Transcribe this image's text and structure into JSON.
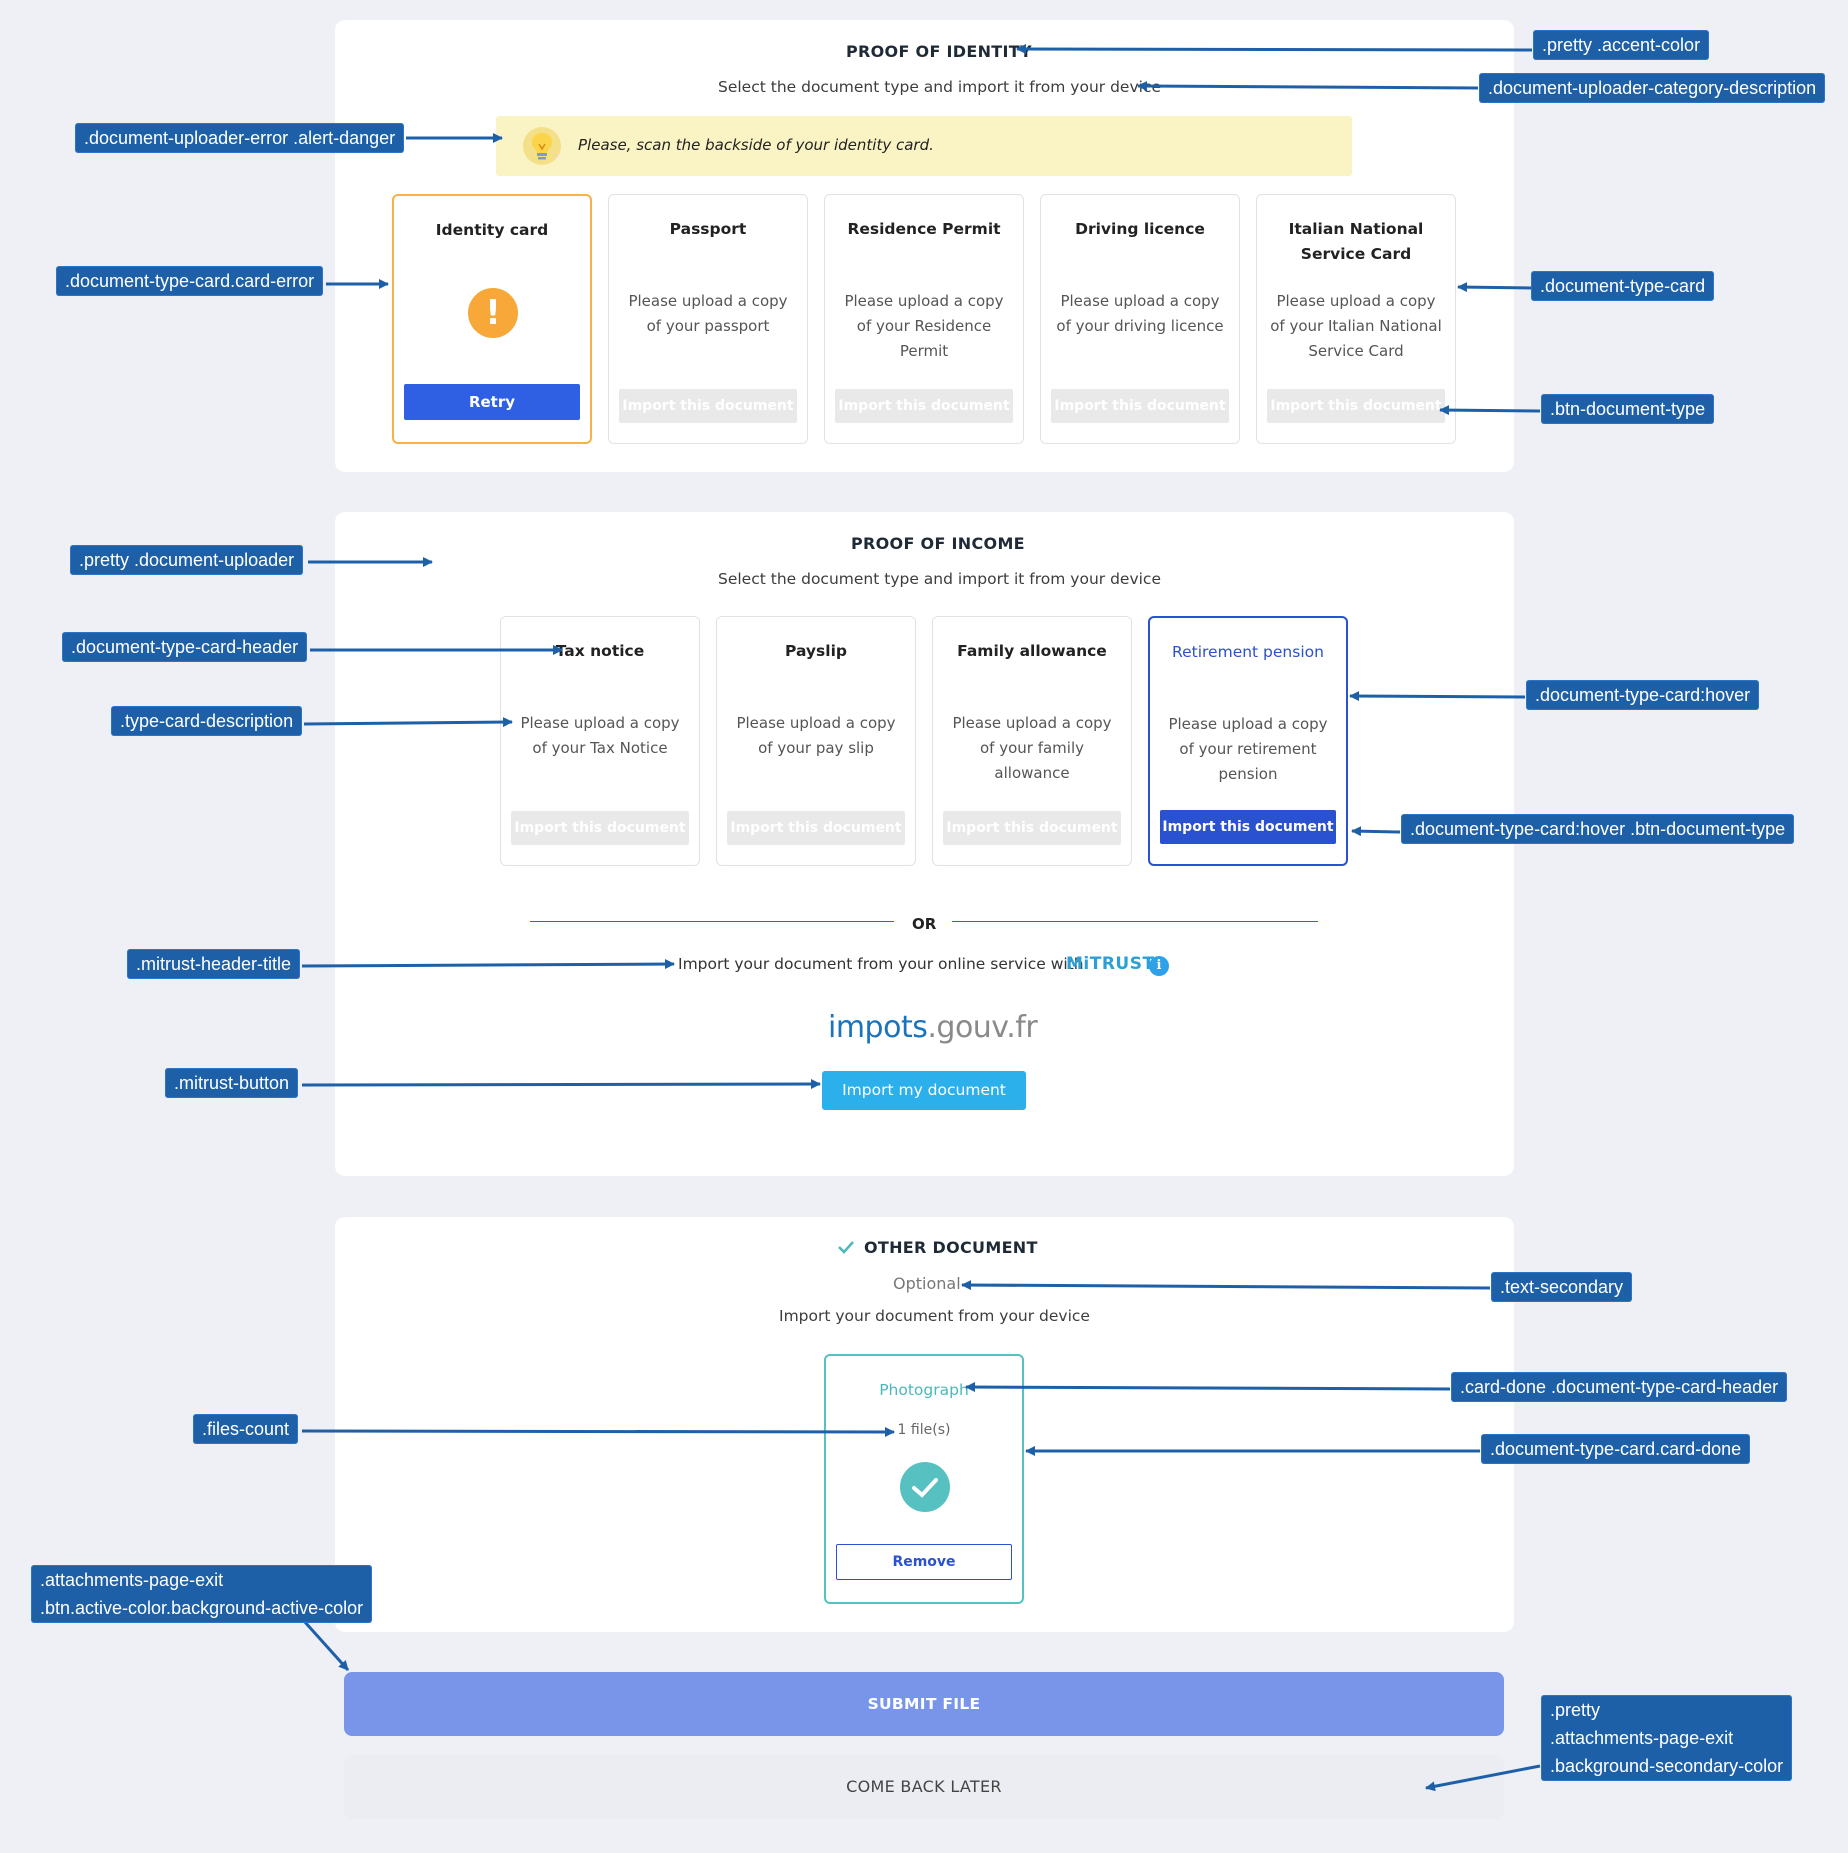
{
  "identity": {
    "title": "PROOF OF IDENTITY",
    "description": "Select the document type and import it from your device",
    "alert": "Please, scan the backside of your identity card.",
    "cards": [
      {
        "header": "Identity card",
        "button": "Retry"
      },
      {
        "header": "Passport",
        "description": "Please upload a copy of your passport",
        "button": "Import this document"
      },
      {
        "header": "Residence Permit",
        "description": "Please upload a copy of your Residence Permit",
        "button": "Import this document"
      },
      {
        "header": "Driving licence",
        "description": "Please upload a copy of your driving licence",
        "button": "Import this document"
      },
      {
        "header": "Italian National Service Card",
        "description": "Please upload a copy of your Italian National Service Card",
        "button": "Import this document"
      }
    ]
  },
  "income": {
    "title": "PROOF OF INCOME",
    "description": "Select the document type and import it from your device",
    "cards": [
      {
        "header": "Tax notice",
        "description": "Please upload a copy of your Tax Notice",
        "button": "Import this document"
      },
      {
        "header": "Payslip",
        "description": "Please upload a copy of your pay slip",
        "button": "Import this document"
      },
      {
        "header": "Family allowance",
        "description": "Please upload a copy of your family allowance",
        "button": "Import this document"
      },
      {
        "header": "Retirement pension",
        "description": "Please upload a copy of your retirement pension",
        "button": "Import this document"
      }
    ],
    "or": "OR",
    "mitrust_title": "Import your document from your online service with",
    "mitrust_logo": "MiTRUST",
    "info_icon": "i",
    "service_logo_a": "impots",
    "service_logo_b": ".gouv.fr",
    "mitrust_button": "Import my document"
  },
  "other": {
    "title": "OTHER DOCUMENT",
    "optional": "Optional",
    "description": "Import your document from your device",
    "card": {
      "header": "Photograph",
      "files_count": "1 file(s)",
      "button": "Remove"
    }
  },
  "actions": {
    "submit": "SUBMIT FILE",
    "later": "COME BACK LATER"
  },
  "annotations": {
    "accent_color": ".pretty .accent-color",
    "category_description": ".document-uploader-category-description",
    "alert_danger": ".document-uploader-error .alert-danger",
    "card_error": ".document-type-card.card-error",
    "card": ".document-type-card",
    "btn_document_type": ".btn-document-type",
    "document_uploader": ".pretty .document-uploader",
    "card_header": ".document-type-card-header",
    "card_hover": ".document-type-card:hover",
    "type_card_description": ".type-card-description",
    "card_hover_btn": ".document-type-card:hover .btn-document-type",
    "mitrust_header_title": ".mitrust-header-title",
    "mitrust_button": ".mitrust-button",
    "text_secondary": ".text-secondary",
    "card_done_header": ".card-done .document-type-card-header",
    "files_count": ".files-count",
    "card_done": ".document-type-card.card-done",
    "exit_1": ".attachments-page-exit",
    "exit_2": ".btn.active-color.background-active-color",
    "secondary_1": ".pretty",
    "secondary_2": ".attachments-page-exit",
    "secondary_3": ".background-secondary-color"
  },
  "colors": {
    "accent": "#2a51cf",
    "error": "#f7b14a",
    "done": "#56c1c0",
    "mitrust": "#2cb0ec",
    "submit": "#7895ea",
    "annotation": "#1e60a8"
  }
}
